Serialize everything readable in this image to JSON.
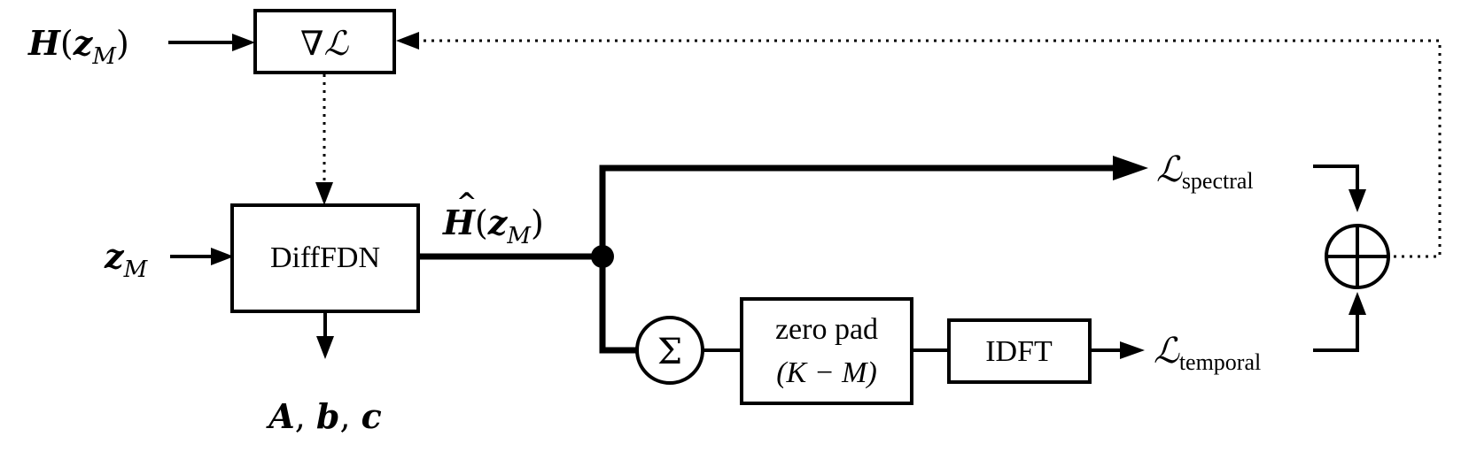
{
  "diagram": {
    "input_H": {
      "main": "H",
      "sub": "M"
    },
    "input_z": {
      "main": "z",
      "sub": "M"
    },
    "grad_block": {
      "symbol": "∇",
      "loss": "ℒ"
    },
    "diff_fdn": "DiffFDN",
    "output_params": {
      "A": "A",
      "b": "b",
      "c": "c"
    },
    "h_hat": {
      "main": "H",
      "sub": "M"
    },
    "sum_symbol": "Σ",
    "zero_pad": {
      "line1": "zero pad",
      "line2": "(K − M)"
    },
    "idft": "IDFT",
    "loss_spectral": {
      "symbol": "ℒ",
      "sub": "spectral"
    },
    "loss_temporal": {
      "symbol": "ℒ",
      "sub": "temporal"
    },
    "colors": {
      "stroke": "#000000",
      "background": "#ffffff"
    }
  }
}
